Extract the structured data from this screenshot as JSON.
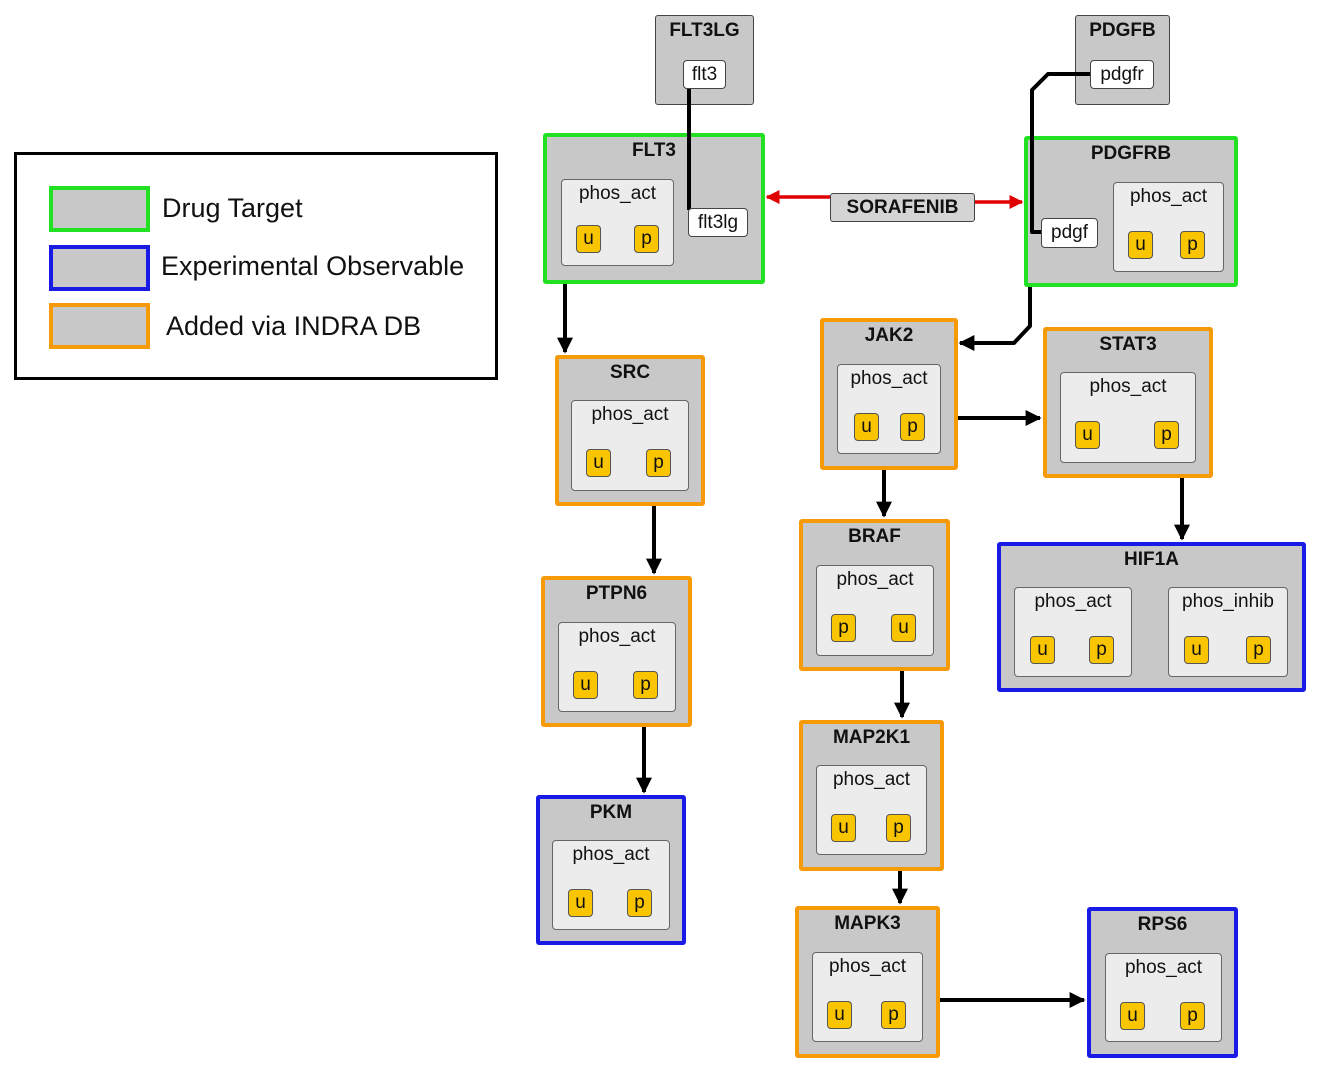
{
  "legend": {
    "drug_target": "Drug Target",
    "experimental_observable": "Experimental Observable",
    "added_via_indra_db": "Added via INDRA DB"
  },
  "colors": {
    "drug_target": "#22e022",
    "experimental_observable": "#1a1ae6",
    "added_via_indra_db": "#f79a08",
    "node_fill": "#c8c8c8",
    "site_fill": "#ececec",
    "state_fill": "#f9c400",
    "drug_edge": "#e00000",
    "edge": "#000000"
  },
  "drug": {
    "name": "SORAFENIB"
  },
  "nodes": {
    "flt3lg": {
      "name": "FLT3LG",
      "binding_site": "flt3"
    },
    "pdgfb": {
      "name": "PDGFB",
      "binding_site": "pdgfr"
    },
    "flt3": {
      "name": "FLT3",
      "binding_site": "flt3lg",
      "sites": [
        {
          "label": "phos_act",
          "states": [
            "u",
            "p"
          ]
        }
      ]
    },
    "pdgfrb": {
      "name": "PDGFRB",
      "binding_site": "pdgf",
      "sites": [
        {
          "label": "phos_act",
          "states": [
            "u",
            "p"
          ]
        }
      ]
    },
    "src": {
      "name": "SRC",
      "sites": [
        {
          "label": "phos_act",
          "states": [
            "u",
            "p"
          ]
        }
      ]
    },
    "ptpn6": {
      "name": "PTPN6",
      "sites": [
        {
          "label": "phos_act",
          "states": [
            "u",
            "p"
          ]
        }
      ]
    },
    "pkm": {
      "name": "PKM",
      "sites": [
        {
          "label": "phos_act",
          "states": [
            "u",
            "p"
          ]
        }
      ]
    },
    "jak2": {
      "name": "JAK2",
      "sites": [
        {
          "label": "phos_act",
          "states": [
            "u",
            "p"
          ]
        }
      ]
    },
    "stat3": {
      "name": "STAT3",
      "sites": [
        {
          "label": "phos_act",
          "states": [
            "u",
            "p"
          ]
        }
      ]
    },
    "braf": {
      "name": "BRAF",
      "sites": [
        {
          "label": "phos_act",
          "states": [
            "p",
            "u"
          ]
        }
      ]
    },
    "hif1a": {
      "name": "HIF1A",
      "sites": [
        {
          "label": "phos_act",
          "states": [
            "u",
            "p"
          ]
        },
        {
          "label": "phos_inhib",
          "states": [
            "u",
            "p"
          ]
        }
      ]
    },
    "map2k1": {
      "name": "MAP2K1",
      "sites": [
        {
          "label": "phos_act",
          "states": [
            "u",
            "p"
          ]
        }
      ]
    },
    "mapk3": {
      "name": "MAPK3",
      "sites": [
        {
          "label": "phos_act",
          "states": [
            "u",
            "p"
          ]
        }
      ]
    },
    "rps6": {
      "name": "RPS6",
      "sites": [
        {
          "label": "phos_act",
          "states": [
            "u",
            "p"
          ]
        }
      ]
    }
  },
  "edges": [
    {
      "source": "SORAFENIB",
      "target": "FLT3",
      "kind": "inhibits"
    },
    {
      "source": "SORAFENIB",
      "target": "PDGFRB",
      "kind": "inhibits"
    },
    {
      "source": "FLT3LG",
      "target": "FLT3",
      "kind": "binds"
    },
    {
      "source": "PDGFB",
      "target": "PDGFRB",
      "kind": "binds"
    },
    {
      "source": "FLT3",
      "target": "SRC",
      "kind": "activates"
    },
    {
      "source": "SRC",
      "target": "PTPN6",
      "kind": "activates"
    },
    {
      "source": "PTPN6",
      "target": "PKM",
      "kind": "activates"
    },
    {
      "source": "PDGFRB",
      "target": "JAK2",
      "kind": "activates"
    },
    {
      "source": "JAK2",
      "target": "STAT3",
      "kind": "activates"
    },
    {
      "source": "JAK2",
      "target": "BRAF",
      "kind": "activates"
    },
    {
      "source": "STAT3",
      "target": "HIF1A",
      "kind": "activates"
    },
    {
      "source": "BRAF",
      "target": "MAP2K1",
      "kind": "activates"
    },
    {
      "source": "MAP2K1",
      "target": "MAPK3",
      "kind": "activates"
    },
    {
      "source": "MAPK3",
      "target": "RPS6",
      "kind": "activates"
    }
  ]
}
